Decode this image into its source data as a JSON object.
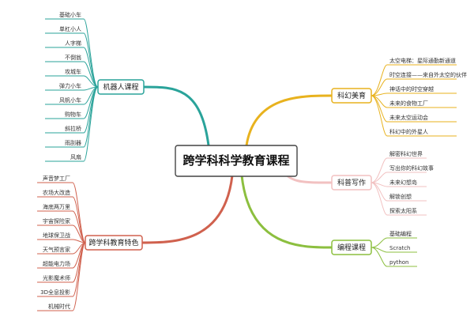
{
  "center": {
    "title": "跨学科科学教育课程"
  },
  "branches": [
    {
      "id": "robot",
      "label": "机器人课程",
      "color": "#2aa39a",
      "items": [
        "基础小车",
        "单杠小人",
        "人字梯",
        "不倒翁",
        "攻城车",
        "弹力小车",
        "风帆小车",
        "购物车",
        "斜拉桥",
        "雨刮器",
        "风扇"
      ]
    },
    {
      "id": "features",
      "label": "跨学科教育特色",
      "color": "#d0614e",
      "items": [
        "声音梦工厂",
        "农场大改造",
        "海底两万里",
        "宇宙探险家",
        "地球保卫战",
        "天气预言家",
        "超能电力场",
        "光影魔术师",
        "3D全息投影",
        "机械时代"
      ]
    },
    {
      "id": "scifi-art",
      "label": "科幻美育",
      "color": "#e8b21e",
      "items": [
        "太空电梯：星际通勤新通道",
        "时空连接——来自外太空的伙伴",
        "神话中的时空穿越",
        "未来的食物工厂",
        "未来太空运动会",
        "科幻中的外星人"
      ]
    },
    {
      "id": "writing",
      "label": "科普写作",
      "color": "#f2c1c1",
      "items": [
        "解密科幻世界",
        "写出你的科幻故事",
        "未来幻想岛",
        "解锁创想",
        "探索太阳系"
      ]
    },
    {
      "id": "coding",
      "label": "编程课程",
      "color": "#8cbf3f",
      "items": [
        "基础编程",
        "Scratch",
        "python"
      ]
    }
  ]
}
